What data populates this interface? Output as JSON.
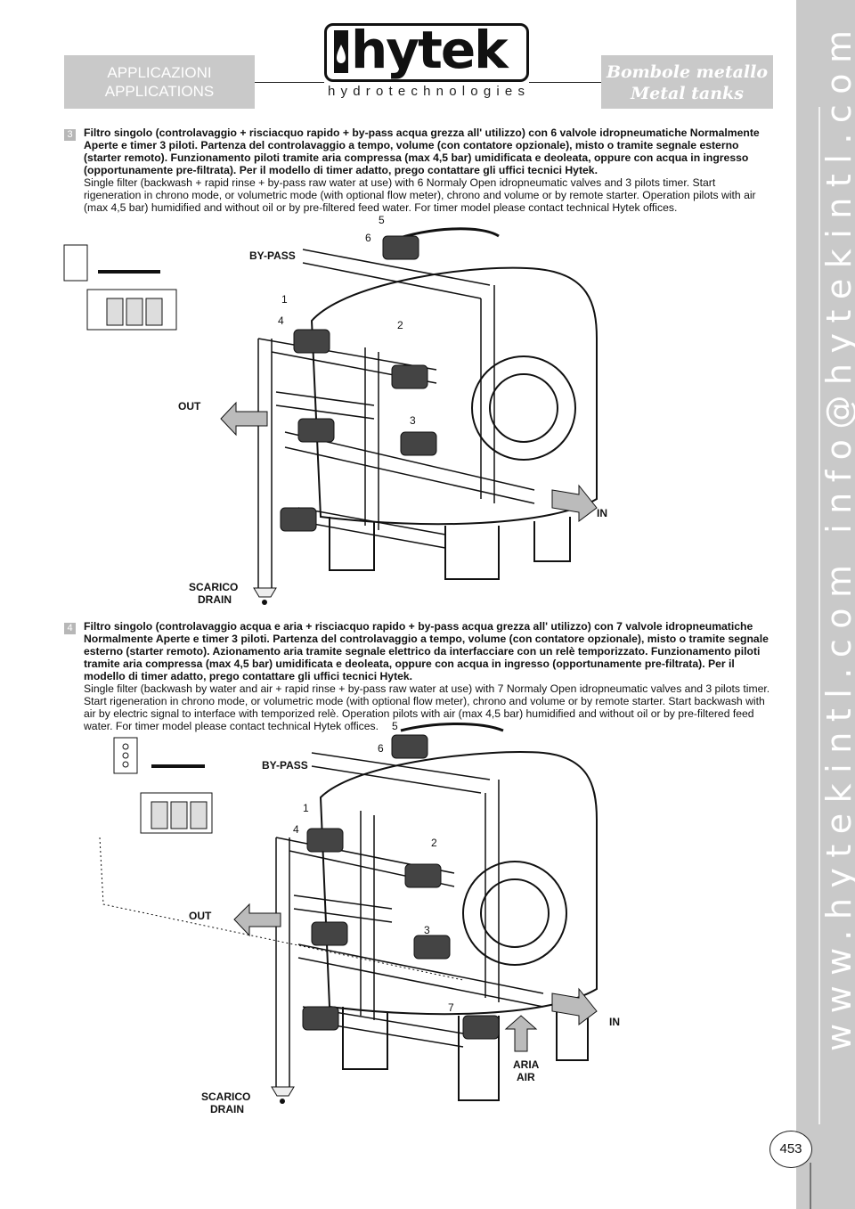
{
  "header": {
    "left_line1": "APPLICAZIONI",
    "left_line2": "APPLICATIONS",
    "logo_text": "hytek",
    "logo_sub": "hydrotechnologies",
    "right_line1": "Bombole metallo",
    "right_line2": "Metal tanks"
  },
  "sidebar": {
    "text": "www.hytekintl.com  info@hytekintl.com"
  },
  "page_number": "453",
  "sections": [
    {
      "number": "3",
      "it_bold": "Filtro singolo (controlavaggio + risciacquo rapido + by-pass acqua grezza all' utilizzo) con 6 valvole idropneumatiche Normalmente Aperte e timer 3 piloti. Partenza del controlavaggio a tempo, volume (con contatore opzionale), misto o tramite segnale esterno (starter remoto). Funzionamento piloti tramite aria compressa (max 4,5 bar) umidificata e deoleata, oppure con acqua in ingresso (opportunamente pre-filtrata). Per il modello di timer adatto, prego contattare gli uffici tecnici Hytek.",
      "en": "Single filter (backwash + rapid rinse + by-pass raw water at use) with 6 Normaly Open idropneumatic valves and 3 pilots timer. Start rigeneration in chrono mode, or volumetric mode (with optional flow meter), chrono and volume or by remote starter. Operation pilots with air (max 4,5 bar) humidified and without oil or by pre-filtered feed water. For timer model please contact technical Hytek offices."
    },
    {
      "number": "4",
      "it_bold": "Filtro singolo (controlavaggio acqua e aria + risciacquo rapido + by-pass acqua grezza all' utilizzo) con 7 valvole idropneumatiche Normalmente Aperte e timer 3 piloti. Partenza del controlavaggio a tempo, volume (con contatore opzionale), misto o tramite segnale esterno (starter remoto). Azionamento aria tramite segnale elettrico da interfacciare con un relè temporizzato. Funzionamento piloti tramite aria compressa (max 4,5 bar) umidificata e deoleata, oppure con acqua in ingresso (opportunamente pre-filtrata). Per il modello di timer adatto, prego contattare gli uffici tecnici Hytek.",
      "en": "Single filter (backwash by water and air + rapid rinse + by-pass raw water at use) with 7 Normaly Open idropneumatic valves and 3 pilots timer. Start rigeneration in chrono mode, or volumetric mode (with optional flow meter), chrono and volume or by remote starter. Start backwash with air by electric signal to interface with temporized relè. Operation pilots with air (max 4,5 bar) humidified and without oil or by pre-filtered feed water. For timer model please contact technical Hytek offices."
    }
  ],
  "diagram1": {
    "bypass": "BY-PASS",
    "out": "OUT",
    "in": "IN",
    "drain1": "SCARICO",
    "drain2": "DRAIN",
    "num1": "1",
    "num2": "2",
    "num3": "3",
    "num4": "4",
    "num5": "5",
    "num6": "6"
  },
  "diagram2": {
    "bypass": "BY-PASS",
    "out": "OUT",
    "in": "IN",
    "drain1": "SCARICO",
    "drain2": "DRAIN",
    "air1": "ARIA",
    "air2": "AIR",
    "num1": "1",
    "num2": "2",
    "num3": "3",
    "num4": "4",
    "num5": "5",
    "num6": "6",
    "num7": "7"
  }
}
